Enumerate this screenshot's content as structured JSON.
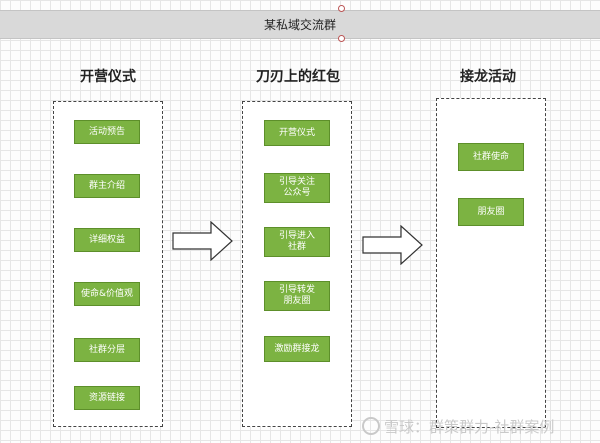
{
  "title": "某私域交流群",
  "columns": [
    {
      "heading": "开营仪式",
      "nodes": [
        "活动预告",
        "群主介绍",
        "详细权益",
        "使命&价值观",
        "社群分层",
        "资源链接"
      ]
    },
    {
      "heading": "刀刃上的红包",
      "nodes": [
        "开营仪式",
        "引导关注\n公众号",
        "引导进入\n社群",
        "引导转发\n朋友圈",
        "激励群接龙"
      ]
    },
    {
      "heading": "接龙活动",
      "nodes": [
        "社群使命",
        "朋友圈"
      ]
    }
  ],
  "watermark": "雪球：群策群力-社群案例",
  "colors": {
    "node_fill": "#7cb342",
    "title_bar": "#d9d9d9"
  }
}
